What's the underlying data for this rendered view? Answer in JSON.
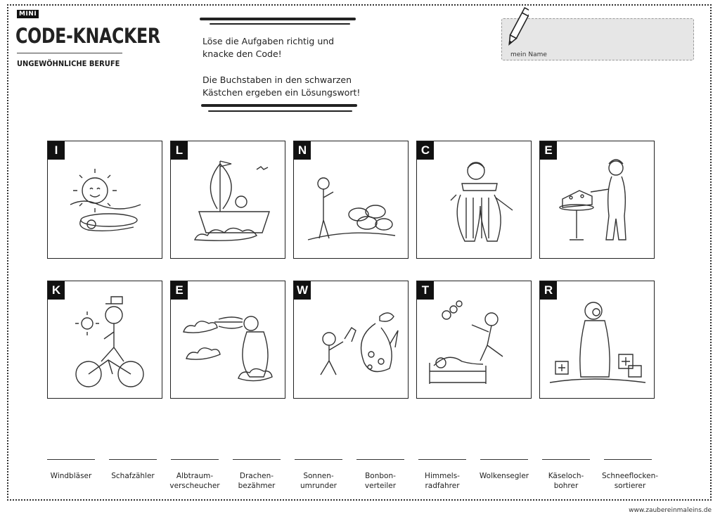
{
  "header": {
    "mini_tag": "MINI",
    "title": "CODE-KNACKER",
    "subtitle": "UNGEWÖHNLICHE BERUFE"
  },
  "instructions": {
    "line1": "Löse die Aufgaben richtig und",
    "line2": "knacke den Code!",
    "line3": "Die Buchstaben in den schwarzen",
    "line4": "Kästchen ergeben ein Lösungswort!"
  },
  "name_box": {
    "label": "mein Name",
    "icon": "pencil-icon"
  },
  "cards_row1": [
    {
      "letter": "I",
      "icon": "sun-airplane-icon"
    },
    {
      "letter": "L",
      "icon": "cloud-boat-icon"
    },
    {
      "letter": "N",
      "icon": "sheep-counter-icon"
    },
    {
      "letter": "C",
      "icon": "candy-seller-icon"
    },
    {
      "letter": "E",
      "icon": "cheese-driller-icon"
    }
  ],
  "cards_row2": [
    {
      "letter": "K",
      "icon": "sun-cyclist-icon"
    },
    {
      "letter": "E",
      "icon": "wind-blower-icon"
    },
    {
      "letter": "W",
      "icon": "dragon-tamer-icon"
    },
    {
      "letter": "T",
      "icon": "nightmare-chaser-icon"
    },
    {
      "letter": "R",
      "icon": "snowflake-sorter-icon"
    }
  ],
  "answers": [
    "Windbläser",
    "Schafzähler",
    "Albtraum-\nverscheucher",
    "Drachen-\nbezähmer",
    "Sonnen-\numrunder",
    "Bonbon-\nverteiler",
    "Himmels-\nradfahrer",
    "Wolkensegler",
    "Käseloch-\nbohrer",
    "Schneeflocken-\nsortierer"
  ],
  "footer": "www.zaubereinmaleins.de"
}
